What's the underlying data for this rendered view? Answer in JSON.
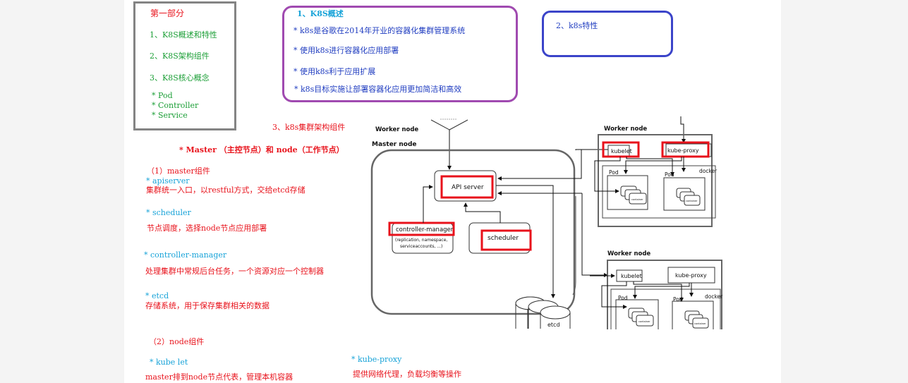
{
  "outline": {
    "title": "第一部分",
    "items": [
      "1、K8S概述和特性",
      "2、K8S架构组件",
      "3、K8S核心概念"
    ],
    "sub_items": [
      "* Pod",
      "* Controller",
      "* Service"
    ]
  },
  "overview": {
    "title": "1、K8S概述",
    "points": [
      "* k8s是谷歌在2014年开业的容器化集群管理系统",
      "* 使用k8s进行容器化应用部署",
      "* 使用k8s利于应用扩展",
      "* k8s目标实施让部署容器化应用更加简洁和高效"
    ]
  },
  "features": {
    "title": "2、k8s特性"
  },
  "architecture": {
    "title": "3、k8s集群架构组件",
    "summary": "* Master （主控节点）和 node（工作节点）",
    "master": {
      "heading": "（1）master组件",
      "components": [
        {
          "name": "* apiserver",
          "desc": "集群统一入口，以restful方式，交给etcd存储"
        },
        {
          "name": "* scheduler",
          "desc": "节点调度，选择node节点应用部署"
        },
        {
          "name": "* controller-manager",
          "desc": "处理集群中常规后台任务，一个资源对应一个控制器"
        },
        {
          "name": "* etcd",
          "desc": "存储系统，用于保存集群相关的数据"
        }
      ]
    },
    "node": {
      "heading": "（2）node组件",
      "components": [
        {
          "name": "* kube let",
          "desc": "master排到node节点代表，管理本机容器"
        },
        {
          "name": "* kube-proxy",
          "desc": "提供网络代理，负载均衡等操作"
        }
      ]
    }
  },
  "diagram": {
    "master_node_label": "Master node",
    "api_server": "API server",
    "controller_manager": "controller-manager",
    "controller_manager_sub1": "(replication, namespace,",
    "controller_manager_sub2": "serviceaccounts, ...)",
    "scheduler": "scheduler",
    "etcd": "etcd",
    "worker_nodes": [
      {
        "label": "Worker node",
        "kubelet": "kubelet",
        "kube_proxy": "kube-proxy",
        "docker": "docker",
        "pod": "Pod",
        "container": "container"
      },
      {
        "label": "Worker node",
        "kubelet": "kubelet",
        "kube_proxy": "kube-proxy",
        "docker": "docker",
        "pod": "Pod",
        "container": "container"
      }
    ],
    "highlight_color": "#e8121b"
  }
}
